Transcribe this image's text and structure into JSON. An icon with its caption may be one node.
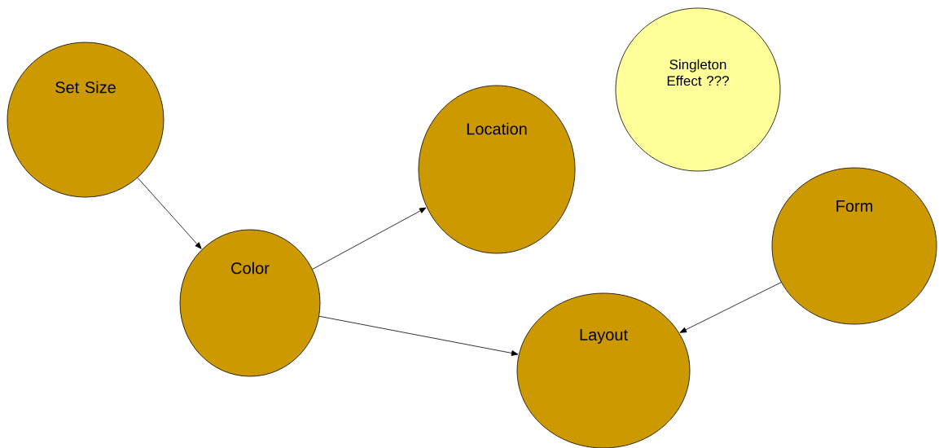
{
  "diagram": {
    "nodes": [
      {
        "text": [
          "Set Size"
        ]
      },
      {
        "text": [
          "Color"
        ]
      },
      {
        "text": [
          "Location"
        ]
      },
      {
        "text": [
          "Singleton Effect ???"
        ]
      },
      {
        "text": [
          "Form"
        ]
      },
      {
        "text": [
          "Layout"
        ]
      }
    ],
    "edges": [
      {
        "from": 0,
        "to": 1,
        "arrow": "to"
      },
      {
        "from": 1,
        "to": 2,
        "arrow": "to"
      },
      {
        "from": 1,
        "to": 5,
        "arrow": "to"
      },
      {
        "from": 4,
        "to": 5,
        "arrow": "to"
      }
    ]
  }
}
